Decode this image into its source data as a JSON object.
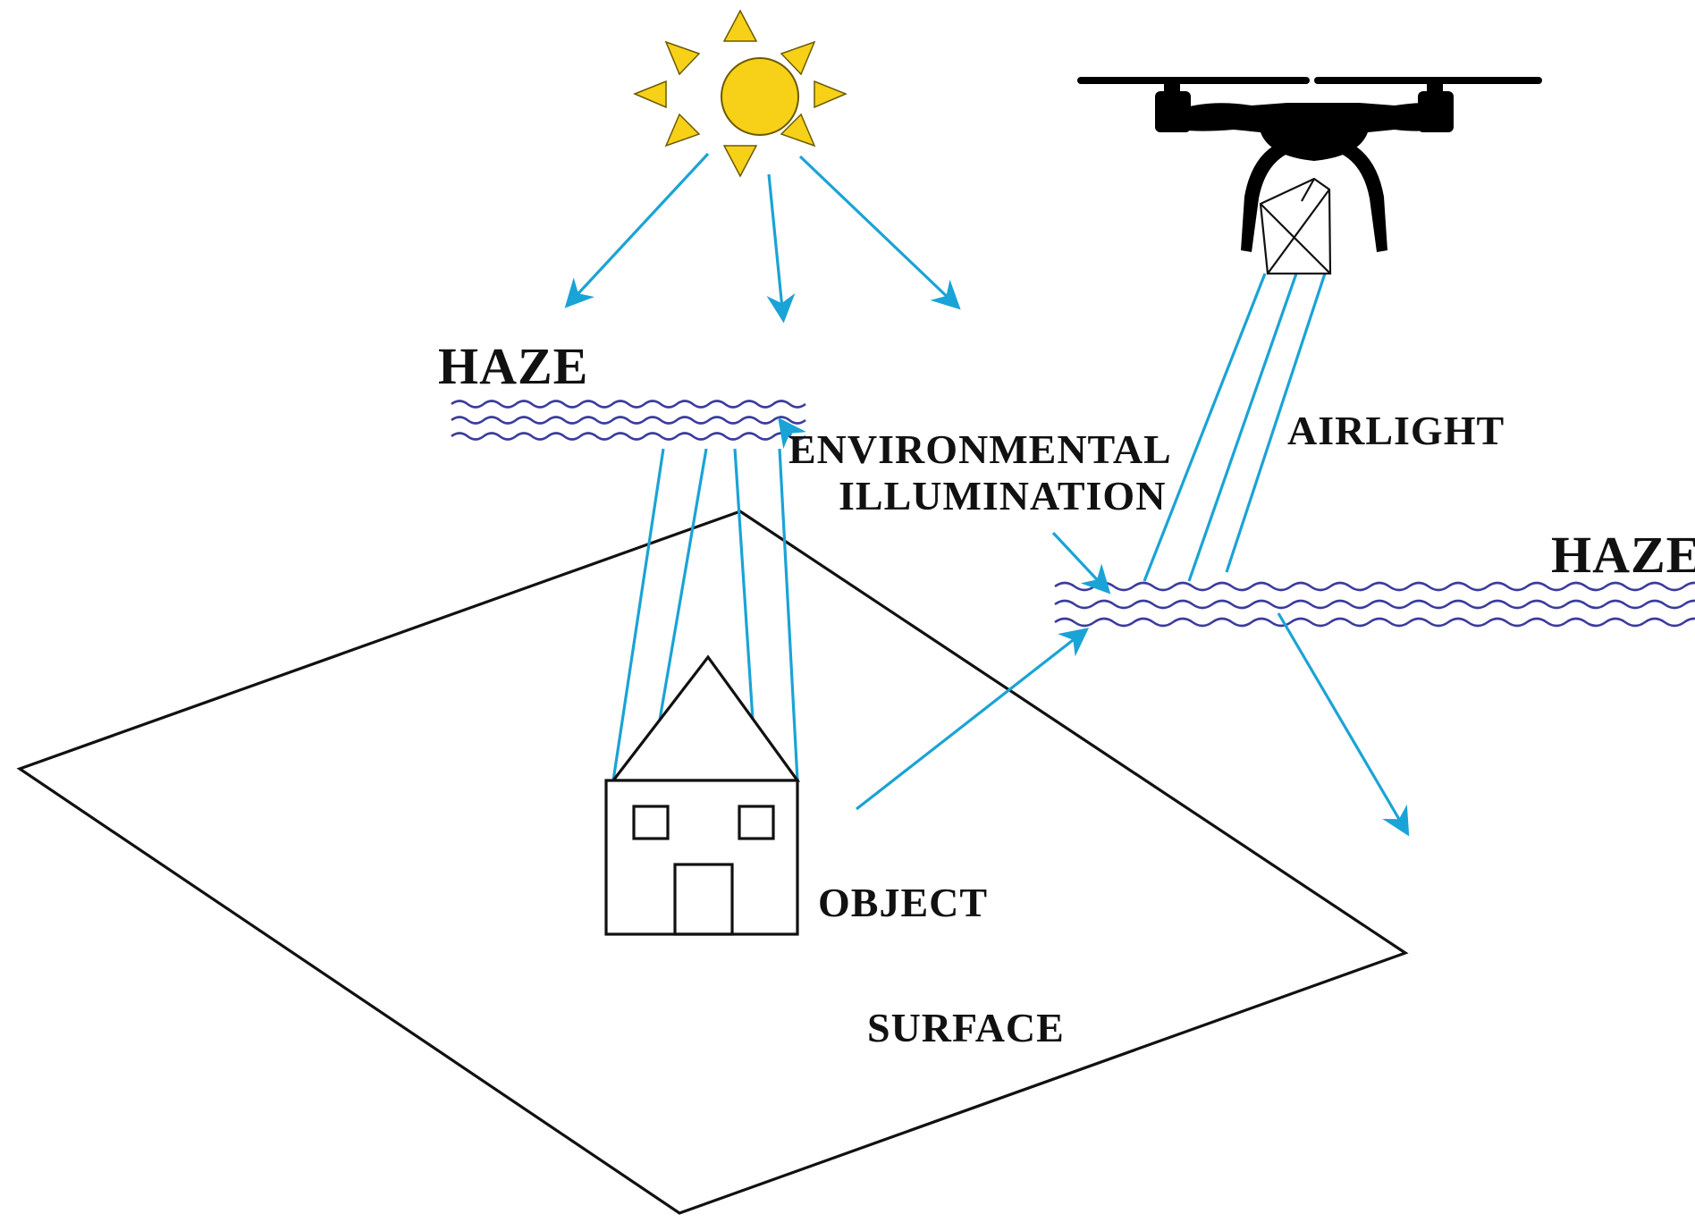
{
  "labels": {
    "haze_left": "HAZE",
    "haze_right": "HAZE",
    "environmental_line1": "ENVIRONMENTAL",
    "environmental_line2": "ILLUMINATION",
    "airlight": "AIRLIGHT",
    "object": "OBJECT",
    "surface": "SURFACE"
  },
  "colors": {
    "ray": "#1aa3d6",
    "haze": "#3b3b9e",
    "sun_fill": "#f7d117",
    "sun_stroke": "#6b5a00",
    "outline": "#111111",
    "drone": "#000000"
  },
  "icons": [
    "sun-icon",
    "drone-icon",
    "house-icon",
    "camera-icon"
  ]
}
